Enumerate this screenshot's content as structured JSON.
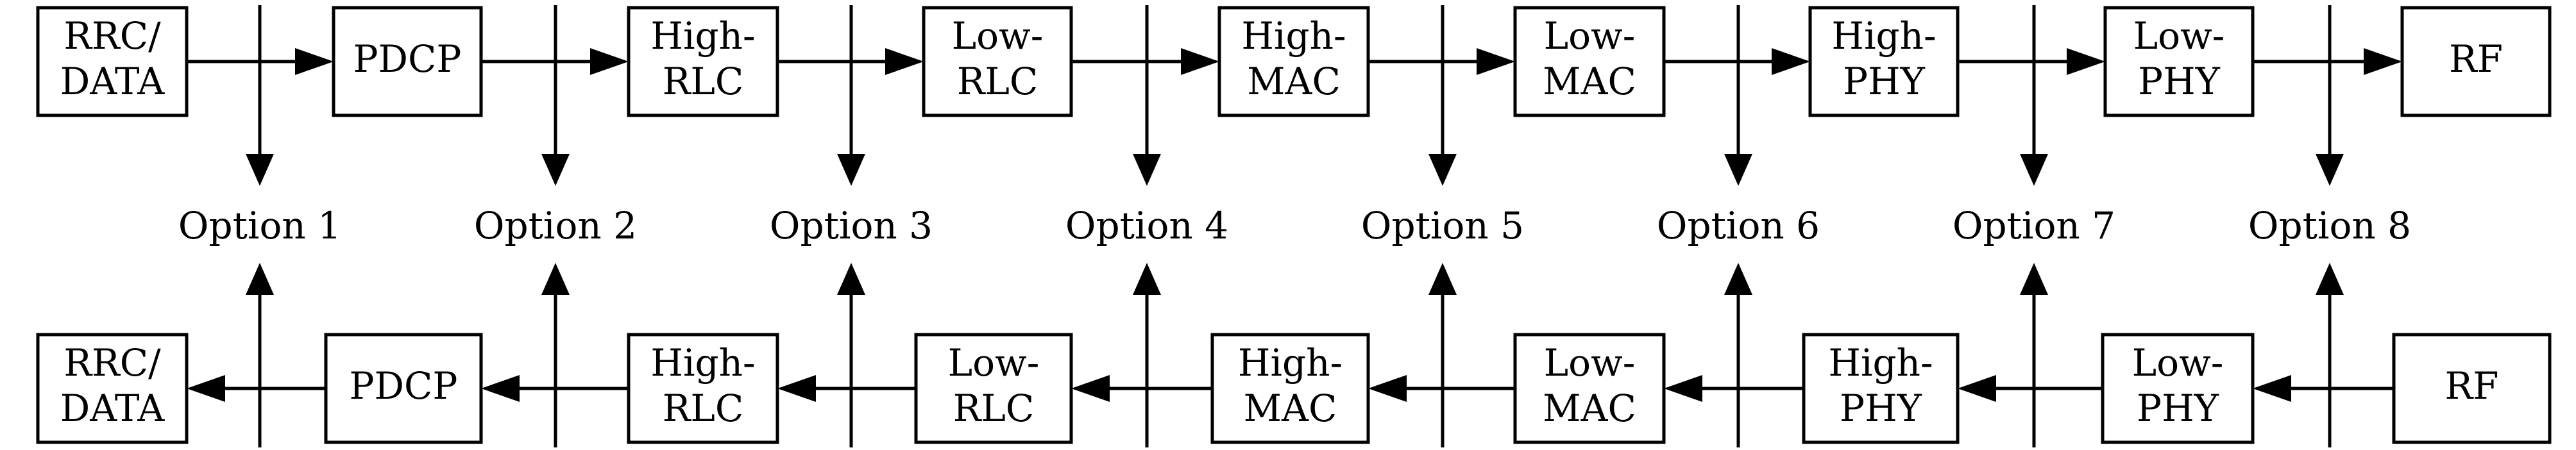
{
  "top_chain": [
    {
      "id": "rrc-data",
      "lines": [
        "RRC/",
        "DATA"
      ]
    },
    {
      "id": "pdcp",
      "lines": [
        "PDCP"
      ]
    },
    {
      "id": "high-rlc",
      "lines": [
        "High-",
        "RLC"
      ]
    },
    {
      "id": "low-rlc",
      "lines": [
        "Low-",
        "RLC"
      ]
    },
    {
      "id": "high-mac",
      "lines": [
        "High-",
        "MAC"
      ]
    },
    {
      "id": "low-mac",
      "lines": [
        "Low-",
        "MAC"
      ]
    },
    {
      "id": "high-phy",
      "lines": [
        "High-",
        "PHY"
      ]
    },
    {
      "id": "low-phy",
      "lines": [
        "Low-",
        "PHY"
      ]
    },
    {
      "id": "rf",
      "lines": [
        "RF"
      ]
    }
  ],
  "bottom_chain": [
    {
      "id": "rrc-data",
      "lines": [
        "RRC/",
        "DATA"
      ]
    },
    {
      "id": "pdcp",
      "lines": [
        "PDCP"
      ]
    },
    {
      "id": "high-rlc",
      "lines": [
        "High-",
        "RLC"
      ]
    },
    {
      "id": "low-rlc",
      "lines": [
        "Low-",
        "RLC"
      ]
    },
    {
      "id": "high-mac",
      "lines": [
        "High-",
        "MAC"
      ]
    },
    {
      "id": "low-mac",
      "lines": [
        "Low-",
        "MAC"
      ]
    },
    {
      "id": "high-phy",
      "lines": [
        "High-",
        "PHY"
      ]
    },
    {
      "id": "low-phy",
      "lines": [
        "Low-",
        "PHY"
      ]
    },
    {
      "id": "rf",
      "lines": [
        "RF"
      ]
    }
  ],
  "options": [
    "Option 1",
    "Option 2",
    "Option 3",
    "Option 4",
    "Option 5",
    "Option 6",
    "Option 7",
    "Option 8"
  ],
  "flow": {
    "top": "left-to-right",
    "bottom": "right-to-left"
  }
}
